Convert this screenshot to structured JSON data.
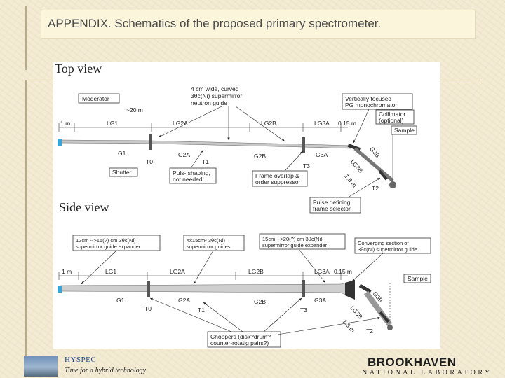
{
  "slide": {
    "title": "APPENDIX. Schematics of the proposed primary spectrometer."
  },
  "top_view": {
    "heading": "Top view",
    "labels": {
      "moderator": "Moderator",
      "guide_note_1": "4 cm wide, curved",
      "guide_note_2": "3θc(Ni) supermirror",
      "guide_note_3": "neutron guide",
      "vf_1": "Vertically focused",
      "vf_2": "PG monochromator",
      "distance_20m": "~20 m",
      "collimator_1": "Collimator",
      "collimator_2": "(optional)",
      "one_m": "1 m",
      "lg1": "LG1",
      "lg2a": "LG2A",
      "lg2b": "LG2B",
      "lg3a": "LG3A",
      "dist_015": "0.15 m",
      "sample": "Sample",
      "g1": "G1",
      "g2a": "G2A",
      "g2b": "G2B",
      "g3a": "G3A",
      "g3b": "G3B",
      "t0": "T0",
      "t1": "T1",
      "t3": "T3",
      "t2": "T2",
      "lg3b": "LG3B",
      "dist_18": "1.8 m",
      "shutter": "Shutter",
      "puls_1": "Puls- shaping,",
      "puls_2": "not needed!",
      "frame_1": "Frame overlap &",
      "frame_2": "order suppressor",
      "pulse_def_1": "Pulse defining,",
      "pulse_def_2": "frame selector"
    }
  },
  "side_view": {
    "heading": "Side view",
    "labels": {
      "exp1_1": "12cm -->15(?) cm 3θc(Ni)",
      "exp1_2": "supermirror guide expander",
      "mid_1": "4x15cm² 3θc(Ni)",
      "mid_2": "supermirror guides",
      "exp2_1": "15cm -->20(?) cm 3θc(Ni)",
      "exp2_2": "supermirror guide expander",
      "conv_1": "Converging section of",
      "conv_2": "3θc(Ni) supermirror guide",
      "one_m": "1 m",
      "lg1": "LG1",
      "lg2a": "LG2A",
      "lg2b": "LG2B",
      "lg3a": "LG3A",
      "dist_015": "0.15 m",
      "sample": "Sample",
      "g1": "G1",
      "g2a": "G2A",
      "g2b": "G2B",
      "g3a": "G3A",
      "g3b": "G3B",
      "t0": "T0",
      "t1": "T1",
      "t3": "T3",
      "t2": "T2",
      "lg3b": "LG3B",
      "dist_18": "1.8 m",
      "choppers_1": "Choppers (disk?drum?",
      "choppers_2": "counter-rotatig pairs?)"
    }
  },
  "footer": {
    "project": "HYSPEC",
    "tagline": "Time for a hybrid technology",
    "lab_name": "BROOKHAVEN",
    "lab_sub": "NATIONAL LABORATORY"
  }
}
